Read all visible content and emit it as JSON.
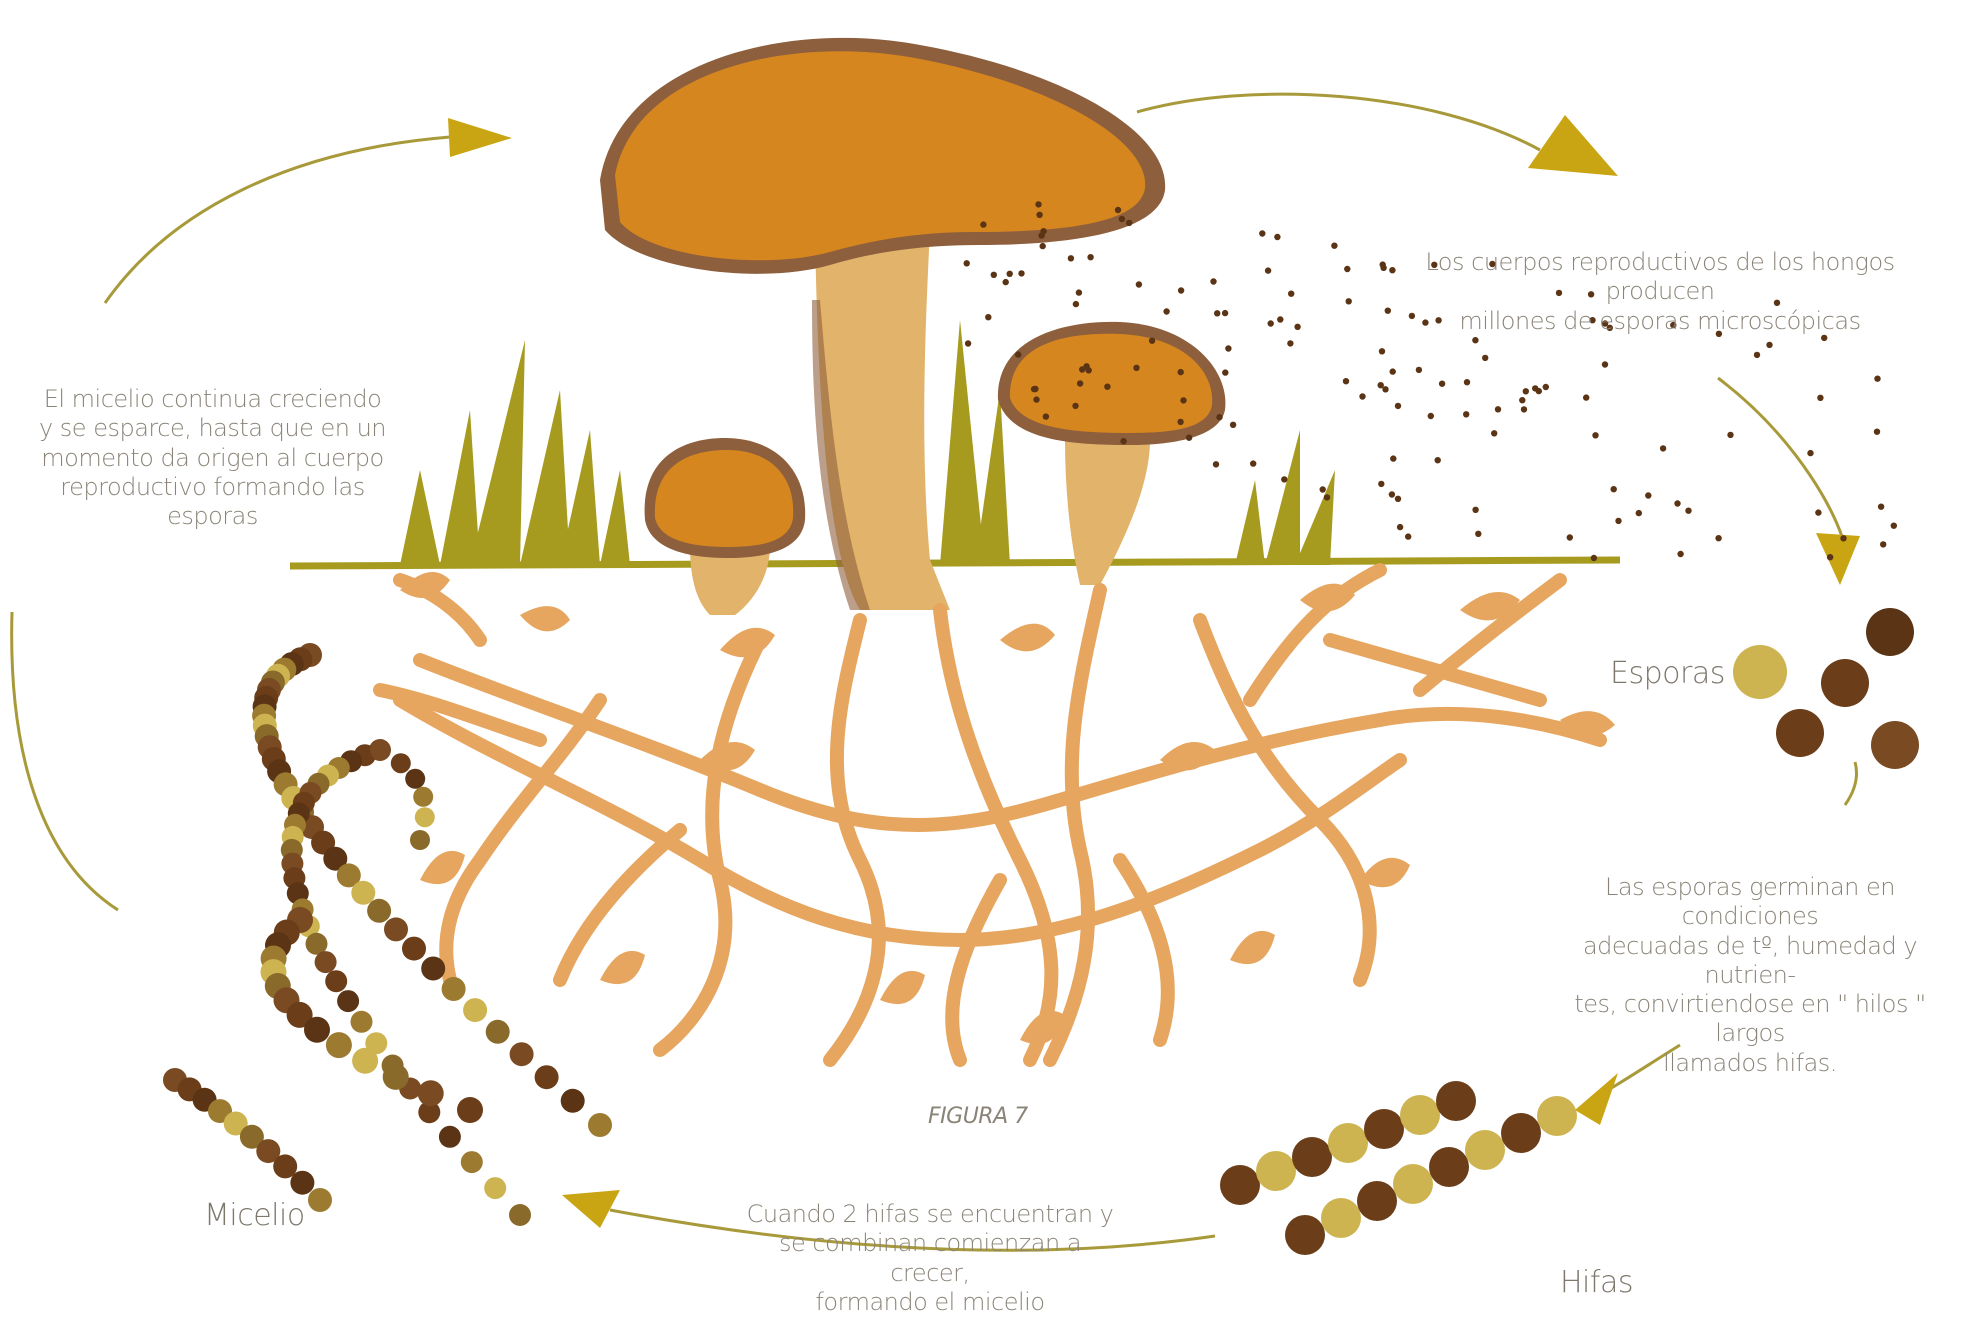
{
  "colors": {
    "cap_orange": "#d6861f",
    "cap_dark": "#8d5f3d",
    "stem": "#e2b36a",
    "mycelium": "#e6a660",
    "mycelium_dark": "#7a4a22",
    "grass": "#a69b1e",
    "arrow": "#c9a514",
    "spore_dark": "#5a3414",
    "spore_light": "#cdb451",
    "text": "#8a8478"
  },
  "texts": {
    "spores_produced": "Los cuerpos reproductivos de los hongos producen\nmillones de esporas microscópicas",
    "spores_label": "Esporas",
    "germination": "Las esporas germinan en condiciones\nadecuadas de tº, humedad y nutrien-\ntes, convirtiendose en \" hilos \" largos\nllamados hifas.",
    "hyphae_label": "Hifas",
    "combine": "Cuando 2 hifas se encuentran y\nse combinan comienzan a crecer,\nformando el micelio",
    "mycelium_label": "Micelio",
    "mycelium_growth": "El micelio continua creciendo\ny se esparce, hasta que en un\nmomento da origen al cuerpo\nreproductivo formando las\nesporas",
    "figure": "FIGURA 7"
  }
}
